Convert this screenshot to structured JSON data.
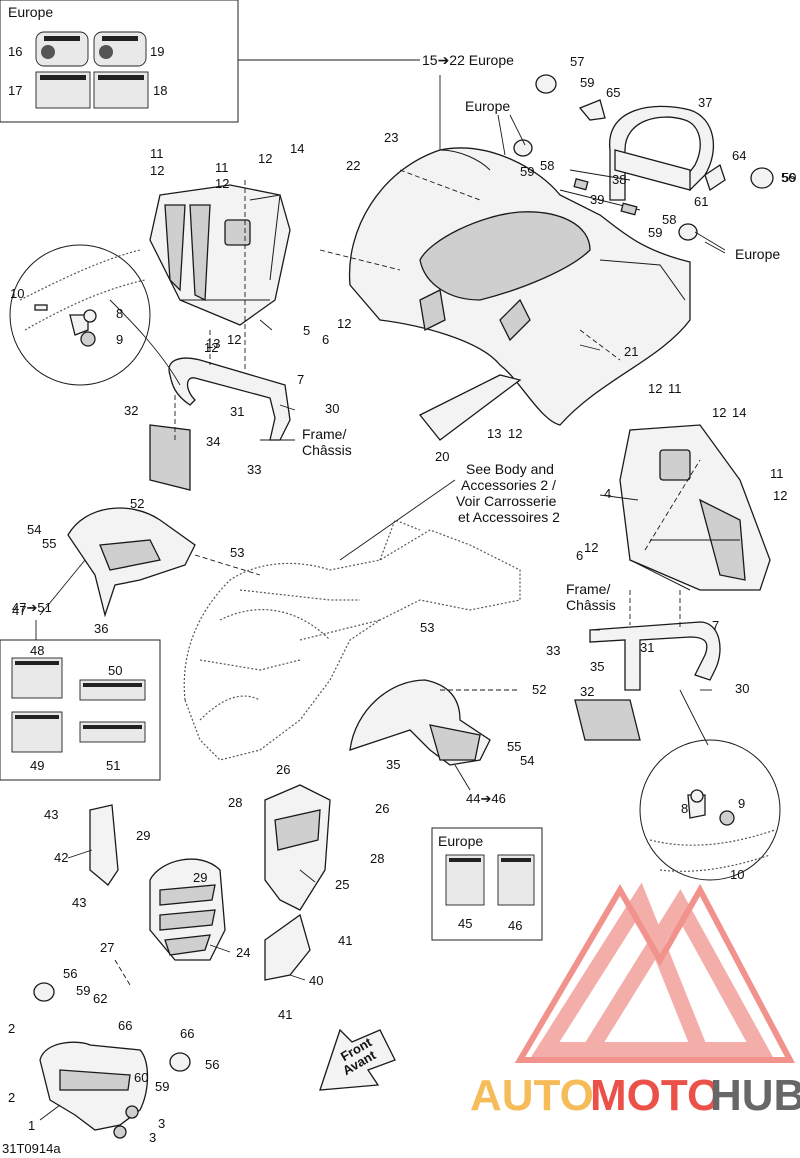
{
  "diagram_code": "31T0914a",
  "boxes": {
    "europe_top": {
      "title": "Europe",
      "labels": [
        "16",
        "19",
        "17",
        "18"
      ]
    },
    "decals_47_51": {
      "labels": [
        "48",
        "50",
        "49",
        "51"
      ]
    },
    "europe_bottom": {
      "title": "Europe",
      "labels": [
        "45",
        "46"
      ]
    }
  },
  "callouts": {
    "range_15_22": "15➔22 Europe",
    "range_47_51": "47➔51",
    "range_44_46": "44➔46",
    "europe_1": "Europe",
    "europe_2": "Europe",
    "frame_left_1": "Frame/",
    "frame_left_2": "Châssis",
    "frame_right_1": "Frame/",
    "frame_right_2": "Châssis",
    "see_body_1": "See Body and",
    "see_body_2": "Accessories 2 /",
    "see_body_3": "Voir Carrosserie",
    "see_body_4": "et Accessoires 2",
    "front_1": "Front",
    "front_2": "Avant"
  },
  "part_numbers": [
    "57",
    "59",
    "65",
    "37",
    "23",
    "22",
    "58",
    "59",
    "38",
    "39",
    "64",
    "59",
    "56",
    "61",
    "58",
    "59",
    "11",
    "12",
    "11",
    "12",
    "12",
    "14",
    "10",
    "8",
    "9",
    "5",
    "12",
    "13",
    "12",
    "6",
    "12",
    "21",
    "7",
    "32",
    "31",
    "30",
    "34",
    "33",
    "13",
    "12",
    "20",
    "12",
    "11",
    "12",
    "14",
    "4",
    "11",
    "12",
    "6",
    "12",
    "52",
    "54",
    "55",
    "53",
    "47",
    "36",
    "53",
    "7",
    "33",
    "31",
    "35",
    "30",
    "32",
    "52",
    "55",
    "54",
    "35",
    "26",
    "28",
    "26",
    "28",
    "25",
    "43",
    "29",
    "42",
    "29",
    "43",
    "24",
    "27",
    "41",
    "40",
    "41",
    "8",
    "9",
    "10",
    "56",
    "59",
    "62",
    "66",
    "2",
    "66",
    "60",
    "59",
    "56",
    "2",
    "1",
    "3",
    "3"
  ],
  "watermark": {
    "part1": "AUTO",
    "part2": "MOTO",
    "part3": "HUB"
  },
  "colors": {
    "watermark_orange": "#f5b13d",
    "watermark_red": "#e8332a",
    "watermark_gray": "#4d4d4d",
    "watermark_pink": "#f2a19c"
  }
}
